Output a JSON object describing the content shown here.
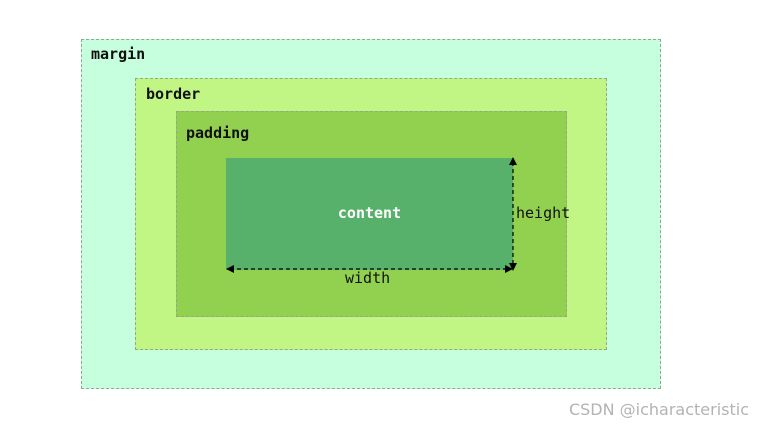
{
  "diagram": {
    "margin_label": "margin",
    "border_label": "border",
    "padding_label": "padding",
    "content_label": "content",
    "width_label": "width",
    "height_label": "height"
  },
  "colors": {
    "margin": "#c5ffdd",
    "border": "#c1f584",
    "padding": "#92d050",
    "content": "#57b16a"
  },
  "watermark": "CSDN @icharacteristic"
}
